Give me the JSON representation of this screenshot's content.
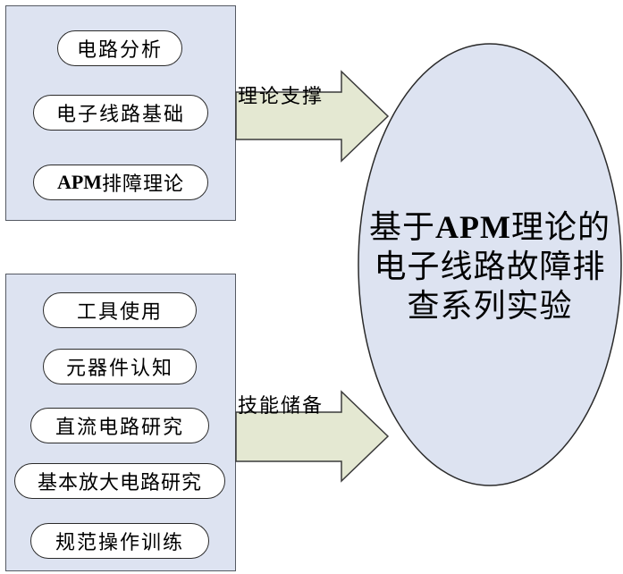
{
  "groups": {
    "theory": {
      "items": [
        {
          "text": "电路分析"
        },
        {
          "text": "电子线路基础"
        },
        {
          "latin": "APM",
          "text": "排障理论"
        }
      ]
    },
    "skills": {
      "items": [
        {
          "text": "工具使用"
        },
        {
          "text": "元器件认知"
        },
        {
          "text": "直流电路研究"
        },
        {
          "text": "基本放大电路研究"
        },
        {
          "text": "规范操作训练"
        }
      ]
    }
  },
  "arrows": {
    "theory_support": "理论支撑",
    "skill_reserve": "技能储备"
  },
  "result": {
    "line1_prefix": "基于",
    "line1_latin": "APM",
    "line1_suffix": "理论的",
    "line2": "电子线路故障排",
    "line3": "查系列实验"
  },
  "colors": {
    "box_fill": "#dde3f1",
    "ellipse_fill": "#dde3f1",
    "arrow_fill": "#e4e8d2"
  }
}
